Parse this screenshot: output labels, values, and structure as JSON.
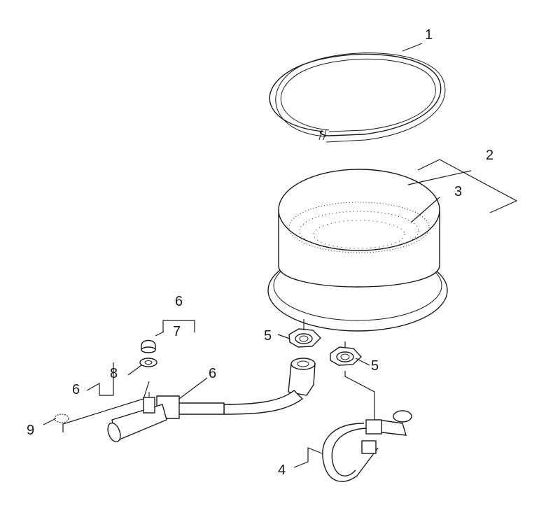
{
  "diagram": {
    "callouts": [
      {
        "id": "c1",
        "text": "1"
      },
      {
        "id": "c2",
        "text": "2"
      },
      {
        "id": "c3",
        "text": "3"
      },
      {
        "id": "c4",
        "text": "4"
      },
      {
        "id": "c5a",
        "text": "5"
      },
      {
        "id": "c5b",
        "text": "5"
      },
      {
        "id": "c6a",
        "text": "6"
      },
      {
        "id": "c6b",
        "text": "6"
      },
      {
        "id": "c6c",
        "text": "6"
      },
      {
        "id": "c7",
        "text": "7"
      },
      {
        "id": "c8",
        "text": "8"
      },
      {
        "id": "c9",
        "text": "9"
      }
    ]
  }
}
